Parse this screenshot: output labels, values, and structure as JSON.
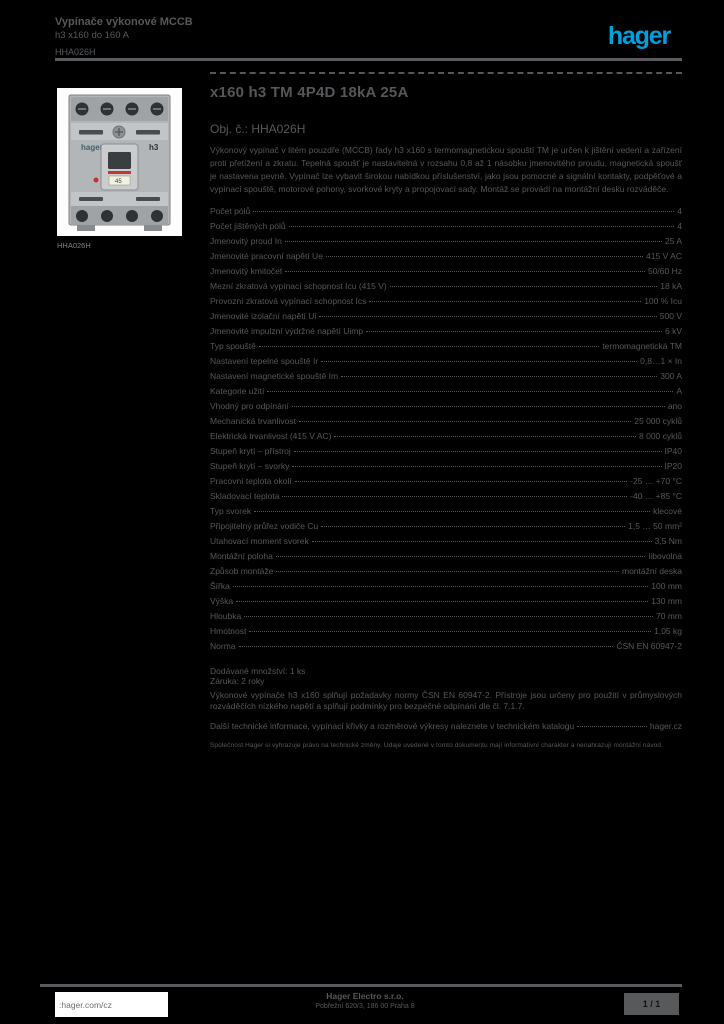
{
  "colors": {
    "background": "#000000",
    "text": "#56585b",
    "brand_blue": "#00a0df",
    "rule": "#595b5e",
    "white": "#ffffff"
  },
  "header": {
    "category_line1": "Vypínače výkonové MCCB",
    "category_line2": "h3 x160 do 160 A",
    "reference_line": "HHA026H",
    "logo_text": "hager"
  },
  "product": {
    "image_caption": "HHA026H",
    "title": "x160 h3 TM 4P4D 18kA 25A",
    "reference": "Obj. č.: HHA026H",
    "description": "Výkonový vypínač v litém pouzdře (MCCB) řady h3 x160 s termomagnetickou spouští TM je určen k jištění vedení a zařízení proti přetížení a zkratu. Tepelná spoušť je nastavitelná v rozsahu 0,8 až 1 násobku jmenovitého proudu, magnetická spoušť je nastavena pevně. Vypínač lze vybavit širokou nabídkou příslušenství, jako jsou pomocné a signální kontakty, podpěťové a vypínací spouště, motorové pohony, svorkové kryty a propojovací sady. Montáž se provádí na montážní desku rozváděče."
  },
  "specs": {
    "rows": [
      {
        "label": "Počet pólů",
        "value": "4"
      },
      {
        "label": "Počet jištěných pólů",
        "value": "4"
      },
      {
        "label": "Jmenovitý proud In",
        "value": "25 A"
      },
      {
        "label": "Jmenovité pracovní napětí Ue",
        "value": "415 V AC"
      },
      {
        "label": "Jmenovitý kmitočet",
        "value": "50/60 Hz"
      },
      {
        "label": "Mezní zkratová vypínací schopnost Icu (415 V)",
        "value": "18 kA"
      },
      {
        "label": "Provozní zkratová vypínací schopnost Ics",
        "value": "100 % Icu"
      },
      {
        "label": "Jmenovité izolační napětí Ui",
        "value": "500 V"
      },
      {
        "label": "Jmenovité impulzní výdržné napětí Uimp",
        "value": "6 kV"
      },
      {
        "label": "Typ spouště",
        "value": "termomagnetická TM"
      },
      {
        "label": "Nastavení tepelné spouště Ir",
        "value": "0,8…1 × In"
      },
      {
        "label": "Nastavení magnetické spouště Im",
        "value": "300 A"
      },
      {
        "label": "Kategorie užití",
        "value": "A"
      },
      {
        "label": "Vhodný pro odpínání",
        "value": "ano"
      },
      {
        "label": "Mechanická trvanlivost",
        "value": "25 000 cyklů"
      },
      {
        "label": "Elektrická trvanlivost (415 V AC)",
        "value": "8 000 cyklů"
      },
      {
        "label": "Stupeň krytí – přístroj",
        "value": "IP40"
      },
      {
        "label": "Stupeň krytí – svorky",
        "value": "IP20"
      },
      {
        "label": "Pracovní teplota okolí",
        "value": "-25 … +70 °C"
      },
      {
        "label": "Skladovací teplota",
        "value": "-40 … +85 °C"
      },
      {
        "label": "Typ svorek",
        "value": "klecové"
      },
      {
        "label": "Připojitelný průřez vodiče Cu",
        "value": "1,5 … 50 mm²"
      },
      {
        "label": "Utahovací moment svorek",
        "value": "3,5 Nm"
      },
      {
        "label": "Montážní poloha",
        "value": "libovolná"
      },
      {
        "label": "Způsob montáže",
        "value": "montážní deska"
      },
      {
        "label": "Šířka",
        "value": "100 mm"
      },
      {
        "label": "Výška",
        "value": "130 mm"
      },
      {
        "label": "Hloubka",
        "value": "70 mm"
      },
      {
        "label": "Hmotnost",
        "value": "1,05 kg"
      },
      {
        "label": "Norma",
        "value": "ČSN EN 60947-2"
      }
    ]
  },
  "notes": {
    "info_line1": "Dodávané množství: 1 ks",
    "info_line2": "Záruka: 2 roky",
    "paragraph": "Výkonové vypínače h3 x160 splňují požadavky normy ČSN EN 60947-2. Přístroje jsou určeny pro použití v průmyslových rozváděčích nízkého napětí a splňují podmínky pro bezpečné odpínání dle čl. 7.1.7.",
    "link_label": "Další technické informace, vypínací křivky a rozměrové výkresy naleznete v technickém katalogu",
    "link_value": "hager.cz",
    "disclaimer": "Společnost Hager si vyhrazuje právo na technické změny. Údaje uvedené v tomto dokumentu mají informativní charakter a nenahrazují montážní návod."
  },
  "footer": {
    "website": ":hager.com/cz",
    "company": "Hager Electro s.r.o.",
    "address": "Pobřežní 620/3, 186 00 Praha 8",
    "page_info": "1 / 1"
  }
}
